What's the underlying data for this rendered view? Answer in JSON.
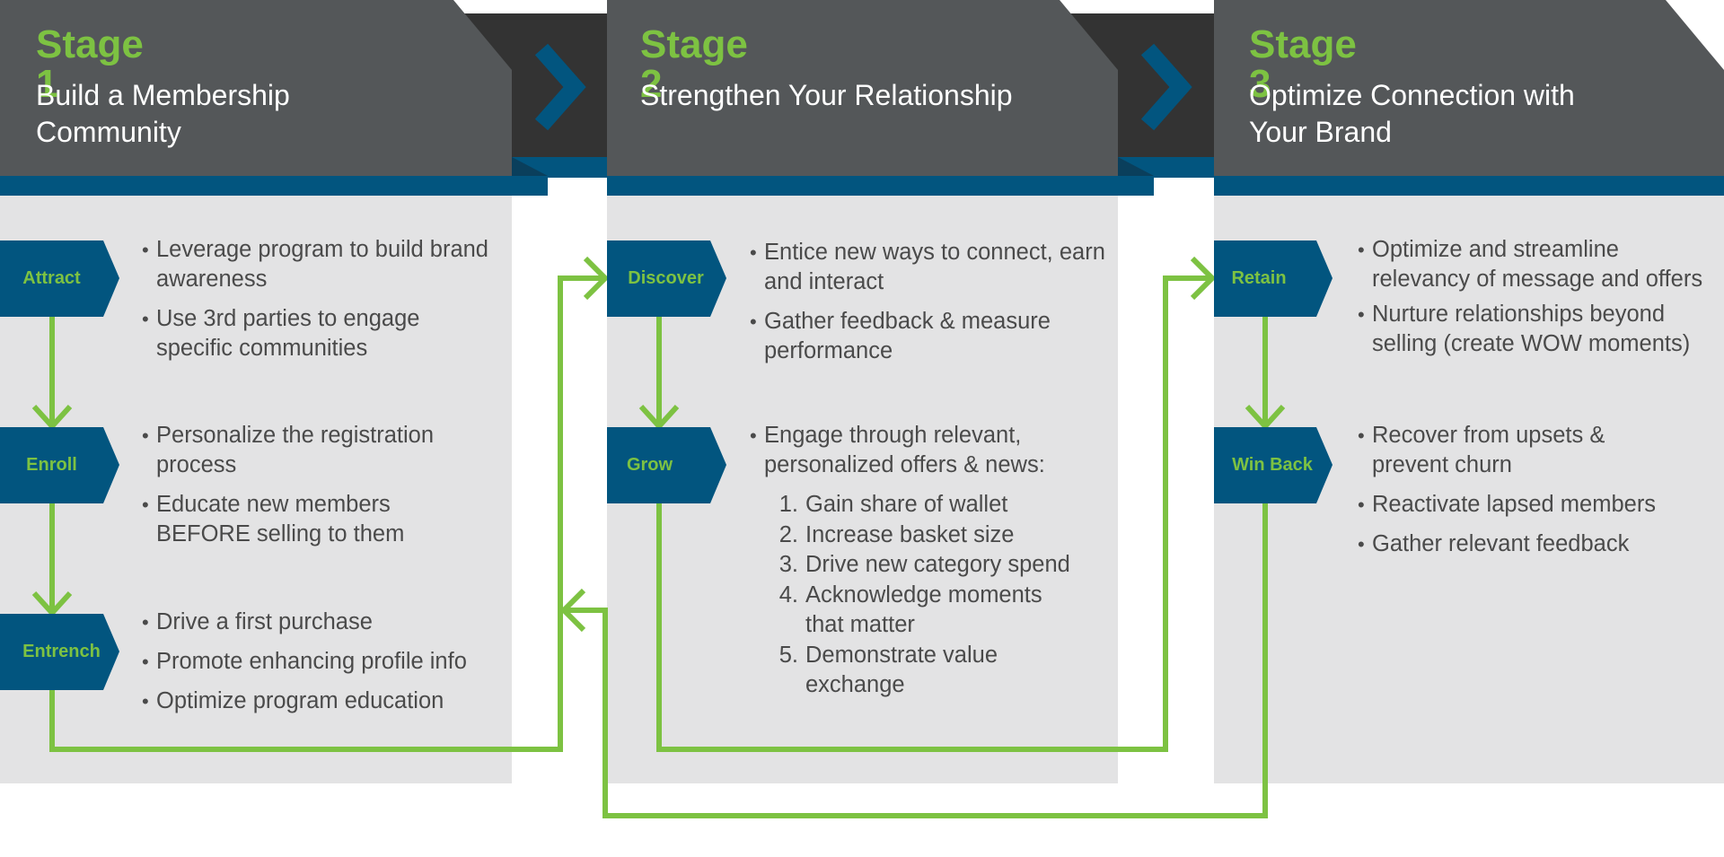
{
  "colors": {
    "accent_green": "#7dc242",
    "header_gray": "#545759",
    "connector_dark": "#333333",
    "band_blue": "#02557f",
    "panel_gray": "#e3e3e4",
    "text_gray": "#4a4a4a"
  },
  "stages": [
    {
      "label": "Stage 1",
      "title": "Build a Membership Community",
      "steps": [
        {
          "tag": "Attract",
          "bullets": [
            "Leverage program to build brand awareness",
            "Use 3rd parties to engage specific communities"
          ]
        },
        {
          "tag": "Enroll",
          "bullets": [
            "Personalize the registration process",
            "Educate new members BEFORE selling to them"
          ]
        },
        {
          "tag": "Entrench",
          "bullets": [
            "Drive a first purchase",
            "Promote enhancing profile info",
            "Optimize program education"
          ]
        }
      ]
    },
    {
      "label": "Stage 2",
      "title": "Strengthen Your Relationship",
      "steps": [
        {
          "tag": "Discover",
          "bullets": [
            "Entice new ways to connect, earn and interact",
            "Gather feedback & measure performance"
          ]
        },
        {
          "tag": "Grow",
          "bullets": [
            "Engage through relevant, personalized offers & news:"
          ],
          "numbered": [
            {
              "n": "1.",
              "text": "Gain share of wallet"
            },
            {
              "n": "2.",
              "text": "Increase basket size"
            },
            {
              "n": "3.",
              "text": "Drive new category spend"
            },
            {
              "n": "4.",
              "text": "Acknowledge moments that matter"
            },
            {
              "n": "5.",
              "text": "Demonstrate value exchange"
            }
          ]
        }
      ]
    },
    {
      "label": "Stage 3",
      "title": "Optimize Connection with Your Brand",
      "steps": [
        {
          "tag": "Retain",
          "bullets": [
            "Optimize and streamline relevancy of message and offers",
            "Nurture relationships beyond selling  (create WOW moments)"
          ]
        },
        {
          "tag": "Win Back",
          "bullets": [
            "Recover from upsets & prevent churn",
            "Reactivate lapsed members",
            "Gather relevant feedback"
          ]
        }
      ]
    }
  ],
  "icons": {
    "stage_connector": "chevron-right-icon",
    "flow_arrow": "arrow-head-icon"
  }
}
